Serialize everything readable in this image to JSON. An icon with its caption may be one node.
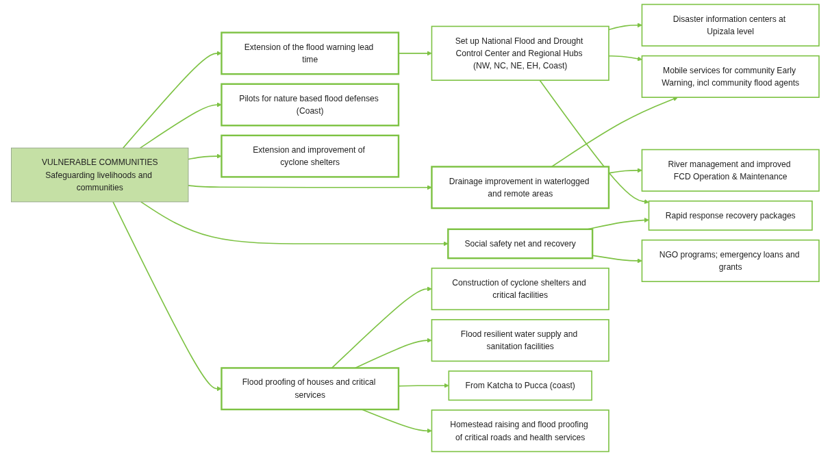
{
  "diagram": {
    "nodes": [
      {
        "text": [
          "VULNERABLE COMMUNITIES",
          "Safeguarding livelihoods and communities"
        ]
      },
      {
        "text": [
          "Extension of the flood warning lead time"
        ]
      },
      {
        "text": [
          "Pilots for nature based flood defenses (Coast)"
        ]
      },
      {
        "text": [
          "Drainage improvement in waterlogged and remote areas"
        ]
      },
      {
        "text": [
          "Extension and improvement of cyclone shelters"
        ]
      },
      {
        "text": [
          "Flood proofing of houses and critical services"
        ]
      },
      {
        "text": [
          "Social safety net and recovery"
        ]
      },
      {
        "text": [
          "Set up National Flood and Drought Control Center and Regional Hubs (NW, NC, NE, EH, Coast)"
        ]
      },
      {
        "text": [
          "Disaster information centers at Upizala level"
        ]
      },
      {
        "text": [
          "River management and improved FCD Operation & Maintenance"
        ]
      },
      {
        "text": [
          "Mobile services for community Early Warning, incl community flood agents"
        ]
      },
      {
        "text": [
          "Construction of cyclone shelters and critical facilities"
        ]
      },
      {
        "text": [
          "Flood resilient water supply and sanitation facilities"
        ]
      },
      {
        "text": [
          "From Katcha to Pucca (coast)"
        ]
      },
      {
        "text": [
          "Homestead raising and flood proofing of critical roads and health services"
        ]
      },
      {
        "text": [
          "NGO programs; emergency loans and grants"
        ]
      },
      {
        "text": [
          "Rapid response recovery packages"
        ]
      }
    ],
    "edges": [
      {
        "from": 0,
        "to": 1,
        "arrow": "to"
      },
      {
        "from": 0,
        "to": 2,
        "arrow": "to"
      },
      {
        "from": 0,
        "to": 3,
        "arrow": "to"
      },
      {
        "from": 0,
        "to": 4,
        "arrow": "to"
      },
      {
        "from": 0,
        "to": 5,
        "arrow": "to"
      },
      {
        "from": 0,
        "to": 6,
        "arrow": "to"
      },
      {
        "from": 1,
        "to": 7,
        "arrow": "to"
      },
      {
        "from": 3,
        "to": 9,
        "arrow": "to"
      },
      {
        "from": 3,
        "to": 10,
        "arrow": "to"
      },
      {
        "from": 5,
        "to": 11,
        "arrow": "to"
      },
      {
        "from": 5,
        "to": 12,
        "arrow": "to"
      },
      {
        "from": 5,
        "to": 13,
        "arrow": "to"
      },
      {
        "from": 5,
        "to": 14,
        "arrow": "to"
      },
      {
        "from": 6,
        "to": 15,
        "arrow": "to"
      },
      {
        "from": 6,
        "to": 16,
        "arrow": "to"
      },
      {
        "from": 7,
        "to": 8,
        "arrow": "to"
      },
      {
        "from": 7,
        "to": 10,
        "arrow": "to"
      },
      {
        "from": 7,
        "to": 16,
        "arrow": "to"
      }
    ]
  }
}
